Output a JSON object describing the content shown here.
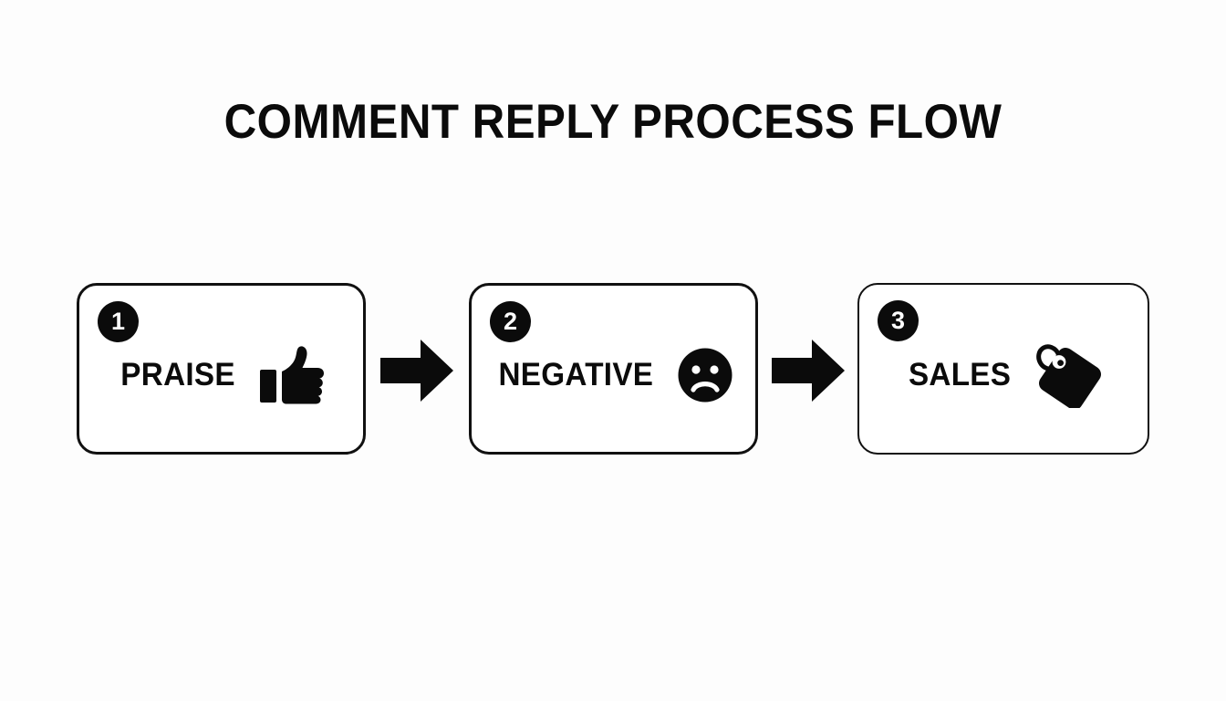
{
  "page": {
    "title": "COMMENT REPLY PROCESS FLOW",
    "background_color": "#fdfdfd",
    "ink_color": "#0b0b0b"
  },
  "flow": {
    "steps": [
      {
        "number": "1",
        "label": "PRAISE",
        "icon": "thumbs-up-icon"
      },
      {
        "number": "2",
        "label": "NEGATIVE",
        "icon": "sad-face-icon"
      },
      {
        "number": "3",
        "label": "SALES",
        "icon": "price-tag-icon"
      }
    ],
    "connectors": [
      {
        "icon": "arrow-right-icon"
      },
      {
        "icon": "arrow-right-icon"
      }
    ]
  },
  "chart_data": {
    "type": "diagram",
    "title": "COMMENT REPLY PROCESS FLOW",
    "layout": "horizontal-left-to-right",
    "nodes": [
      {
        "order": 1,
        "label": "PRAISE",
        "badge": "1",
        "icon": "thumbs-up"
      },
      {
        "order": 2,
        "label": "NEGATIVE",
        "badge": "2",
        "icon": "sad-face"
      },
      {
        "order": 3,
        "label": "SALES",
        "badge": "3",
        "icon": "price-tag"
      }
    ],
    "edges": [
      {
        "from": "PRAISE",
        "to": "NEGATIVE",
        "style": "solid-block-arrow"
      },
      {
        "from": "NEGATIVE",
        "to": "SALES",
        "style": "solid-block-arrow"
      }
    ]
  }
}
